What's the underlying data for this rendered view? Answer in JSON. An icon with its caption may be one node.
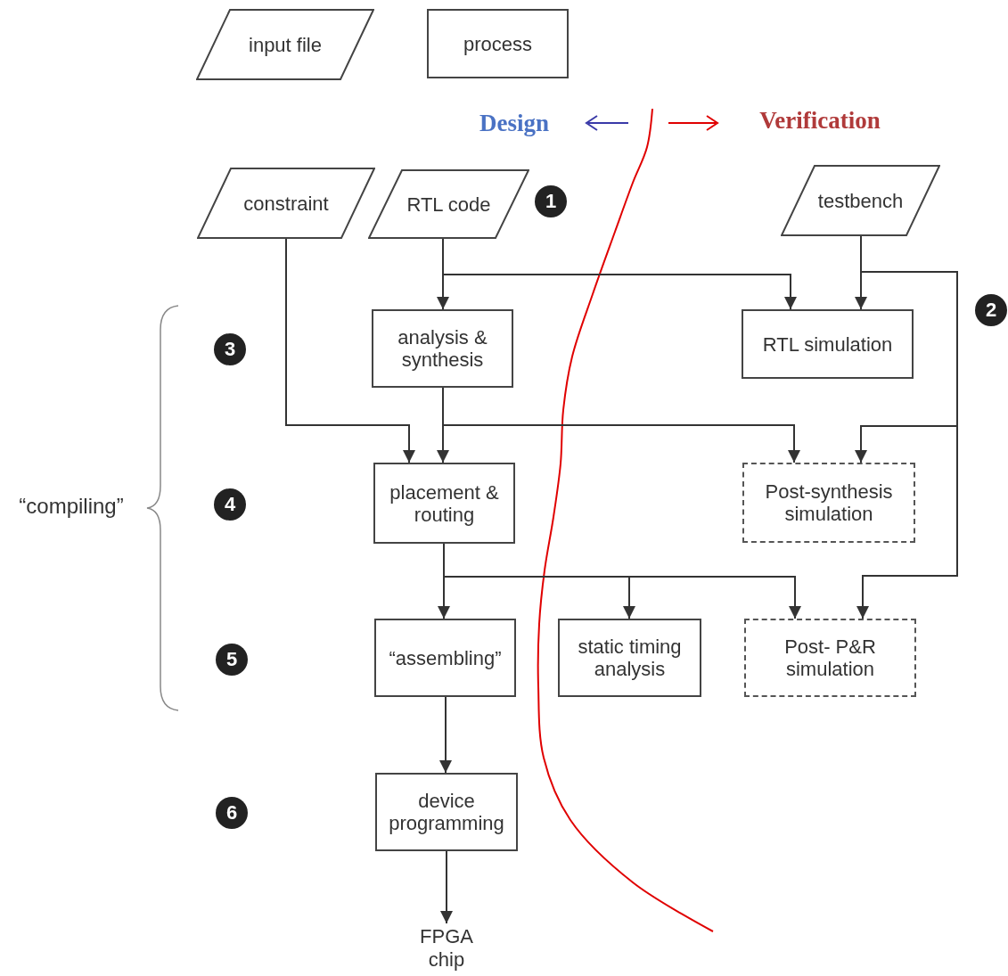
{
  "diagram": {
    "nodes": [
      {
        "text": [
          "input file"
        ]
      },
      {
        "text": [
          "process"
        ]
      },
      {
        "text": [
          "constraint"
        ]
      },
      {
        "text": [
          "RTL code"
        ]
      },
      {
        "text": [
          "testbench"
        ]
      },
      {
        "text": [
          "analysis & synthesis"
        ]
      },
      {
        "text": [
          "RTL simulation"
        ]
      },
      {
        "text": [
          "placement & routing"
        ]
      },
      {
        "text": [
          "Post-synthesis simulation"
        ]
      },
      {
        "text": [
          "“assembling”"
        ]
      },
      {
        "text": [
          "static timing analysis"
        ]
      },
      {
        "text": [
          "Post- P&R simulation"
        ]
      },
      {
        "text": [
          "device programming"
        ]
      },
      {
        "text": [
          "FPGA chip"
        ]
      }
    ],
    "edges": [
      {
        "from": 3,
        "to": 5,
        "arrow": "to"
      },
      {
        "from": 3,
        "to": 6,
        "arrow": "to"
      },
      {
        "from": 4,
        "to": 6,
        "arrow": "to"
      },
      {
        "from": 4,
        "to": 8,
        "arrow": "to"
      },
      {
        "from": 4,
        "to": 11,
        "arrow": "to"
      },
      {
        "from": 2,
        "to": 7,
        "arrow": "to"
      },
      {
        "from": 5,
        "to": 7,
        "arrow": "to"
      },
      {
        "from": 5,
        "to": 8,
        "arrow": "to"
      },
      {
        "from": 7,
        "to": 9,
        "arrow": "to"
      },
      {
        "from": 7,
        "to": 10,
        "arrow": "to"
      },
      {
        "from": 7,
        "to": 11,
        "arrow": "to"
      },
      {
        "from": 9,
        "to": 12,
        "arrow": "to"
      },
      {
        "from": 12,
        "to": 13,
        "arrow": "to"
      }
    ],
    "labels": [
      "Design",
      "Verification",
      "1",
      "2",
      "3",
      "4",
      "5",
      "6",
      "“compiling”"
    ]
  }
}
